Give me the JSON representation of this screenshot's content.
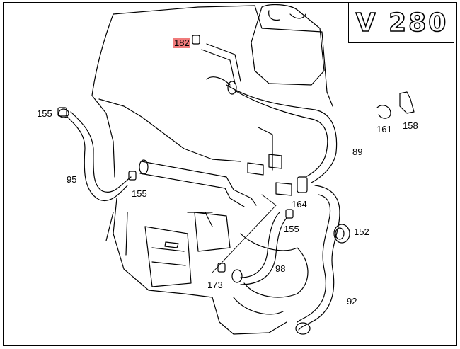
{
  "diagram": {
    "model_label": "V 280",
    "highlight_color": "#f07b7b",
    "callouts": [
      {
        "id": "182",
        "text": "182",
        "highlighted": true
      },
      {
        "id": "155a",
        "text": "155",
        "highlighted": false
      },
      {
        "id": "95",
        "text": "95",
        "highlighted": false
      },
      {
        "id": "155b",
        "text": "155",
        "highlighted": false
      },
      {
        "id": "89",
        "text": "89",
        "highlighted": false
      },
      {
        "id": "161",
        "text": "161",
        "highlighted": false
      },
      {
        "id": "158",
        "text": "158",
        "highlighted": false
      },
      {
        "id": "164",
        "text": "164",
        "highlighted": false
      },
      {
        "id": "155c",
        "text": "155",
        "highlighted": false
      },
      {
        "id": "152",
        "text": "152",
        "highlighted": false
      },
      {
        "id": "98",
        "text": "98",
        "highlighted": false
      },
      {
        "id": "173",
        "text": "173",
        "highlighted": false
      },
      {
        "id": "92",
        "text": "92",
        "highlighted": false
      }
    ]
  }
}
